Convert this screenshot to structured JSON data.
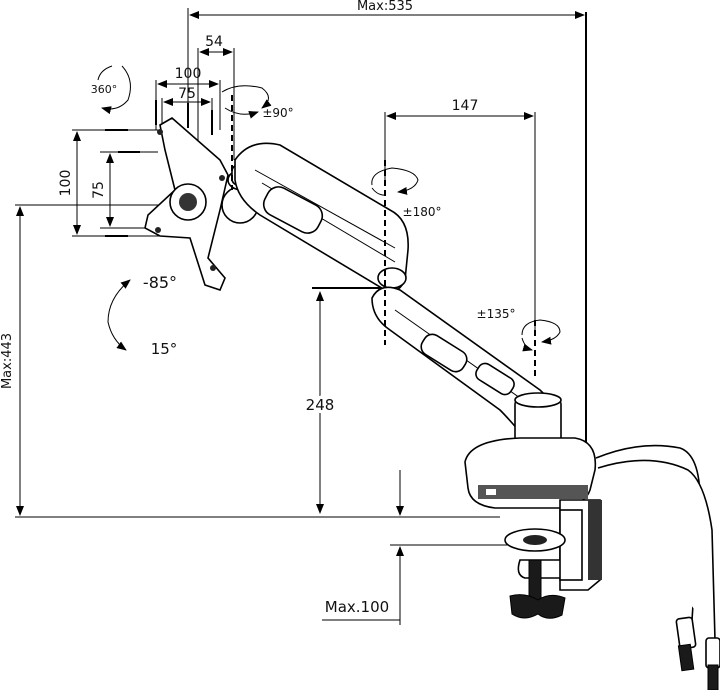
{
  "dimensions": {
    "max_reach": "Max:535",
    "vesa_offset": "54",
    "vesa_100_h": "100",
    "vesa_75_h": "75",
    "vesa_100_v": "100",
    "vesa_75_v": "75",
    "arm_span": "147",
    "max_height": "Max:443",
    "pole_height": "248",
    "max_clamp": "Max.100"
  },
  "rotations": {
    "rotate_360": "360°",
    "swivel_90": "±90°",
    "swivel_180": "±180°",
    "swivel_135": "±135°",
    "tilt_up": "-85°",
    "tilt_down": "15°"
  }
}
